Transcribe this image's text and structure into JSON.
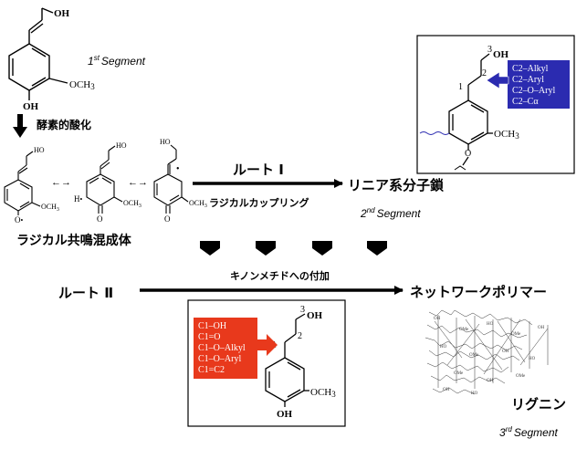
{
  "labels": {
    "oh": "OH",
    "och3": "OCH",
    "sub3": "3",
    "h": "H",
    "o": "O",
    "och3_small": "OCH",
    "radical_o": "O",
    "num1": "1",
    "num2": "2",
    "num3": "3",
    "segment1": "1",
    "segment1_sup": "st",
    "segment_word": "Segment",
    "segment2": "2",
    "segment2_sup": "nd",
    "segment3": "3",
    "segment3_sup": "rd",
    "enzyme": "酵素的酸化",
    "route1": "ルート Ⅰ",
    "radical_coupling": "ラジカルカップリング",
    "linear": "リニア系分子鎖",
    "resonance": "ラジカル共鳴混成体",
    "route2": "ルート Ⅱ",
    "quinone": "キノンメチドへの付加",
    "network": "ネットワークポリマー",
    "lignin": "リグニン"
  },
  "blue_box": [
    "C2–Alkyl",
    "C2–Aryl",
    "C2–O–Aryl",
    "C2–Cα"
  ],
  "red_box": [
    "C1–OH",
    "C1=O",
    "C1–O–Alkyl",
    "C1–O–Aryl",
    "C1=C2"
  ],
  "colors": {
    "blue": "#2b2bb0",
    "red": "#e8391c",
    "black": "#000000"
  }
}
